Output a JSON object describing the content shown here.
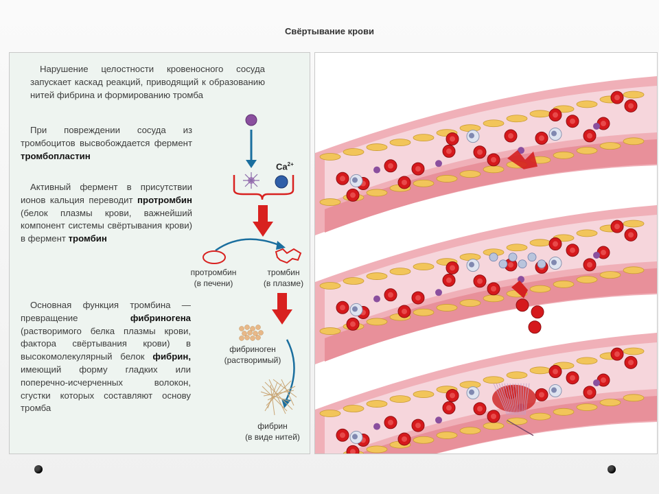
{
  "slide": {
    "title": "Свёртывание крови",
    "p1": "Нарушение целостности кровеносного сосуда запускает каскад реакций, приводящий к образованию нитей фибрина и формированию тромба",
    "p2_text": "При повреждении сосуда из тромбоцитов высвобождается фермент",
    "p2_bold": "тромбопластин",
    "p3_a": "Активный фермент в присутствии ионов кальция переводит",
    "p3_bold1": "протромбин",
    "p3_b": "(белок плазмы крови, важнейший компонент системы свёртывания крови) в фермент",
    "p3_bold2": "тромбин",
    "p4_a": "Основная функция тромбина — превращение",
    "p4_bold1": "фибриногена",
    "p4_b": "(растворимого белка плазмы крови, фактора свёртывания крови) в высокомолекулярный белок",
    "p4_bold2": "фибрин,",
    "p4_c": "имеющий форму гладких или поперечно-исчерченных волокон, сгустки которых составляют основу тромба"
  },
  "diagram": {
    "calcium": "Ca",
    "calcium_charge": "2+",
    "prothrombin_label": "протромбин",
    "prothrombin_note": "(в печени)",
    "thrombin_label": "тромбин",
    "thrombin_note": "(в плазме)",
    "fibrinogen_label": "фибриноген",
    "fibrinogen_note": "(растворимый)",
    "fibrin_label": "фибрин",
    "fibrin_note": "(в виде нитей)"
  },
  "colors": {
    "arrow_red": "#d8211f",
    "arrow_blue": "#1a6e9e",
    "vessel_wall": "#e8909a",
    "erythrocyte": "#d5191c",
    "endothelium": "#f2c55a",
    "platelet": "#8a4f9e"
  }
}
